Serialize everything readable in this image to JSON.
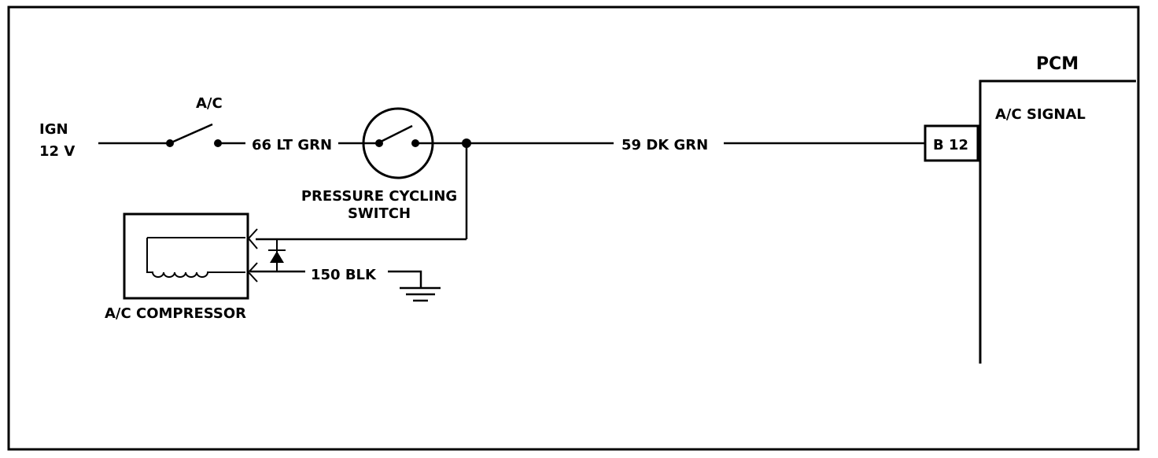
{
  "labels": {
    "ign": "IGN",
    "volts": "12 V",
    "ac_switch": "A/C",
    "wire_66": "66 LT GRN",
    "wire_59": "59 DK GRN",
    "pressure_switch_line1": "PRESSURE CYCLING",
    "pressure_switch_line2": "SWITCH",
    "wire_150": "150 BLK",
    "compressor": "A/C COMPRESSOR",
    "pcm": "PCM",
    "pcm_signal": "A/C SIGNAL",
    "pin": "B 12"
  },
  "colors": {
    "line": "#000000",
    "background": "#ffffff"
  }
}
